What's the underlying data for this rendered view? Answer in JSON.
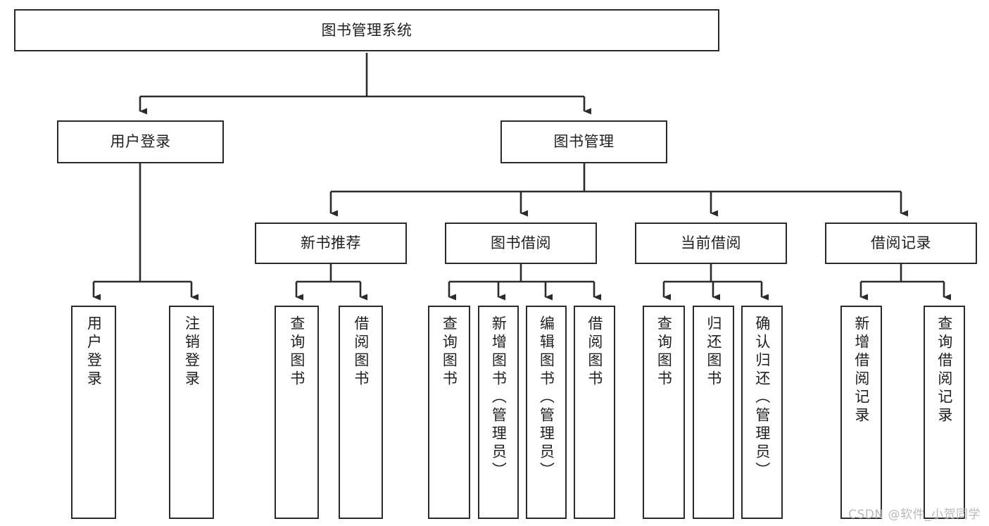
{
  "diagram": {
    "type": "tree",
    "title": "图书管理系统",
    "watermark": "CSDN @软件_小贺同学",
    "colors": {
      "box_border": "#2b2b2b",
      "box_fill": "#ffffff",
      "connector": "#2b2b2b",
      "text": "#1f1f1f",
      "watermark": "#b9b9b9",
      "background": "#ffffff"
    },
    "levels": [
      {
        "level": 0,
        "nodes": [
          {
            "id": "root",
            "label": "图书管理系统"
          }
        ]
      },
      {
        "level": 1,
        "nodes": [
          {
            "id": "login",
            "label": "用户登录",
            "parent": "root"
          },
          {
            "id": "bookmgmt",
            "label": "图书管理",
            "parent": "root"
          }
        ]
      },
      {
        "level": 2,
        "nodes": [
          {
            "id": "newbook",
            "label": "新书推荐",
            "parent": "bookmgmt"
          },
          {
            "id": "borrow",
            "label": "图书借阅",
            "parent": "bookmgmt"
          },
          {
            "id": "current",
            "label": "当前借阅",
            "parent": "bookmgmt"
          },
          {
            "id": "records",
            "label": "借阅记录",
            "parent": "bookmgmt"
          }
        ]
      },
      {
        "level": 3,
        "nodes": [
          {
            "id": "leaf1",
            "label": "用户登录",
            "parent": "login"
          },
          {
            "id": "leaf2",
            "label": "注销登录",
            "parent": "login"
          },
          {
            "id": "leaf3",
            "label": "查询图书",
            "parent": "newbook"
          },
          {
            "id": "leaf4",
            "label": "借阅图书",
            "parent": "newbook"
          },
          {
            "id": "leaf5",
            "label": "查询图书",
            "parent": "borrow"
          },
          {
            "id": "leaf6",
            "label": "新增图书（管理员）",
            "parent": "borrow"
          },
          {
            "id": "leaf7",
            "label": "编辑图书（管理员）",
            "parent": "borrow"
          },
          {
            "id": "leaf8",
            "label": "借阅图书",
            "parent": "borrow"
          },
          {
            "id": "leaf9",
            "label": "查询图书",
            "parent": "current"
          },
          {
            "id": "leaf10",
            "label": "归还图书",
            "parent": "current"
          },
          {
            "id": "leaf11",
            "label": "确认归还（管理员）",
            "parent": "current"
          },
          {
            "id": "leaf12",
            "label": "新增借阅记录",
            "parent": "records"
          },
          {
            "id": "leaf13",
            "label": "查询借阅记录",
            "parent": "records"
          }
        ]
      }
    ]
  }
}
